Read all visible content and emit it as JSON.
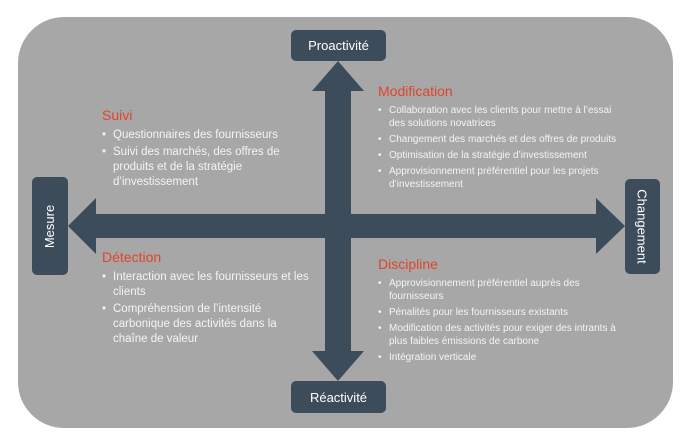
{
  "axes": {
    "top": "Proactivité",
    "bottom": "Réactivité",
    "left": "Mesure",
    "right": "Changement"
  },
  "colors": {
    "background_panel": "#a7a7a7",
    "axis": "#3d4c5b",
    "heading": "#e0452b",
    "text": "#f4f4f4"
  },
  "quadrants": {
    "top_left": {
      "title": "Suivi",
      "items": [
        "Questionnaires des fournisseurs",
        "Suivi des marchés, des offres de produits et de la stratégie d’investissement"
      ]
    },
    "top_right": {
      "title": "Modification",
      "items": [
        "Collaboration avec les clients pour mettre à l’essai des solutions novatrices",
        "Changement des marchés et des offres de produits",
        "Optimisation de la stratégie d’investissement",
        "Approvisionnement préférentiel pour les projets d’investissement"
      ]
    },
    "bottom_left": {
      "title": "Détection",
      "items": [
        "Interaction avec les fournisseurs et les clients",
        "Compréhension de l’intensité carbonique des activités dans la chaîne de valeur"
      ]
    },
    "bottom_right": {
      "title": "Discipline",
      "items": [
        "Approvisionnement préférentiel auprès des fournisseurs",
        "Pénalités pour les fournisseurs existants",
        "Modification des activités pour exiger des intrants à plus faibles émissions de carbone",
        "Intégration verticale"
      ]
    }
  }
}
